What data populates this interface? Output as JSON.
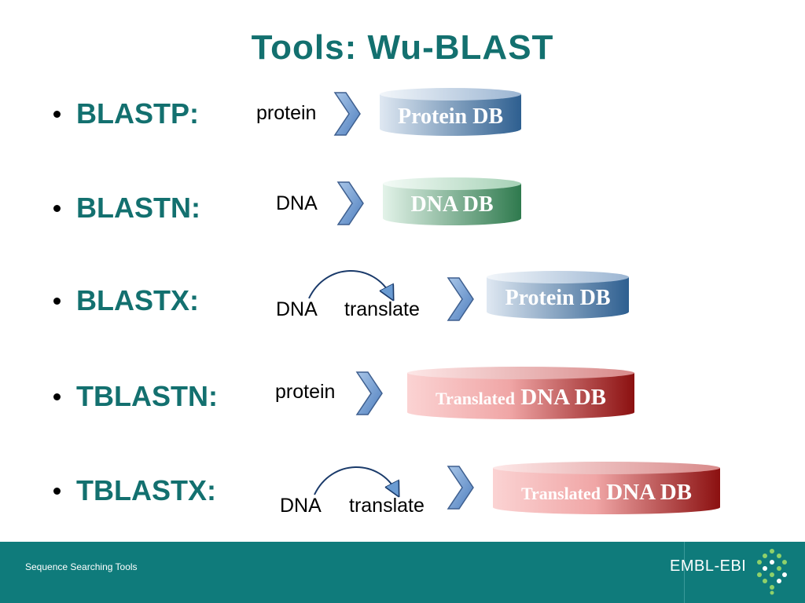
{
  "title": "Tools:  Wu-BLAST",
  "rows": [
    {
      "label": "BLASTP:",
      "input": "protein",
      "db_label": "Protein DB"
    },
    {
      "label": "BLASTN:",
      "input": "DNA",
      "db_label": "DNA DB"
    },
    {
      "label": "BLASTX:",
      "input": "DNA",
      "step": "translate",
      "db_label": "Protein DB"
    },
    {
      "label": "TBLASTN:",
      "input": "protein",
      "db_label_prefix": "Translated",
      "db_label": "DNA DB"
    },
    {
      "label": "TBLASTX:",
      "input": "DNA",
      "step": "translate",
      "db_label_prefix": "Translated",
      "db_label": "DNA DB"
    }
  ],
  "footer": {
    "text": "Sequence Searching Tools",
    "brand": "EMBL-EBI"
  },
  "colors": {
    "title": "#13706f",
    "footer": "#0f7b7b",
    "chevron": "#6a9bd2",
    "protein_db": "#2e5f90",
    "dna_db": "#2f7a4e",
    "translated_db": "#8b1010"
  }
}
